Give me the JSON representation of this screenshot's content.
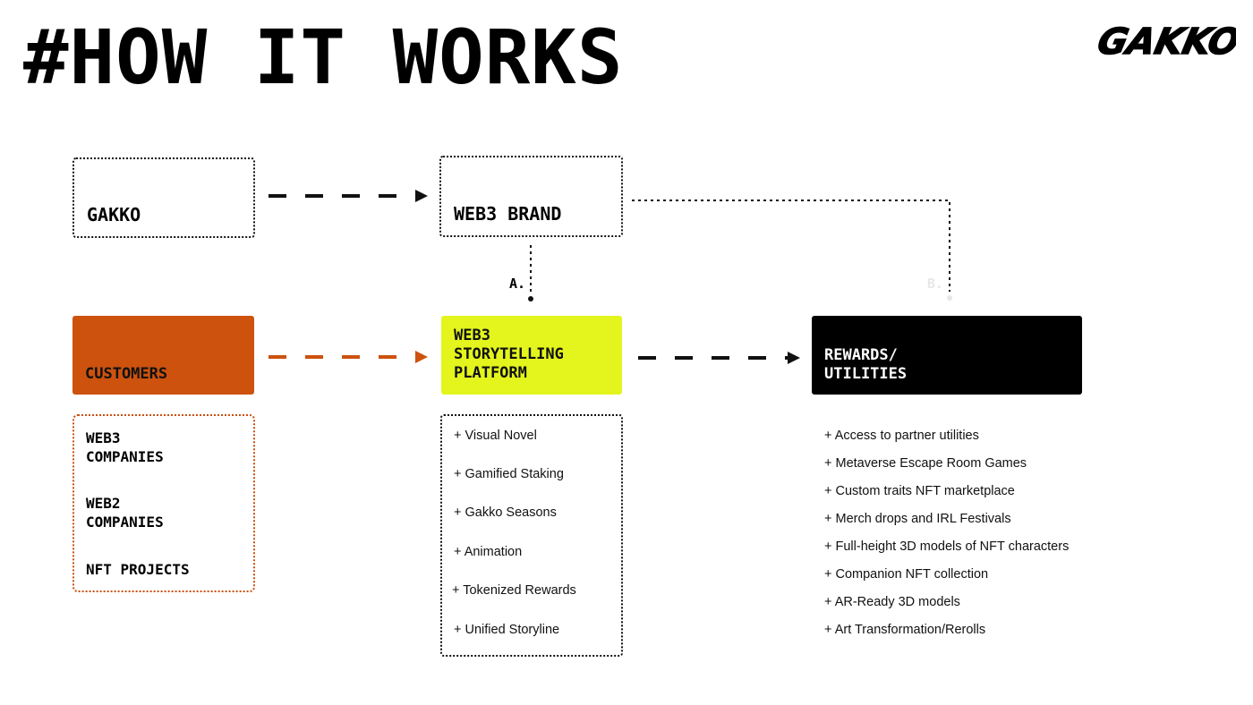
{
  "title": "#HOW IT WORKS",
  "logo": {
    "icon": "gakko-logo",
    "text": "GAKKO"
  },
  "nodes": {
    "gakko": "GAKKO",
    "web3_brand": "WEB3 BRAND",
    "customers": "CUSTOMERS",
    "platform": "WEB3\nSTORYTELLING\nPLATFORM",
    "rewards": "REWARDS/\nUTILITIES"
  },
  "step_labels": {
    "a": "A.",
    "b": "B."
  },
  "customers_list": [
    "WEB3\nCOMPANIES",
    "WEB2\nCOMPANIES",
    "NFT PROJECTS"
  ],
  "platform_features": [
    "+ Visual Novel",
    "+ Gamified Staking",
    "+ Gakko Seasons",
    "+ Animation",
    "+ Tokenized Rewards",
    "+ Unified Storyline"
  ],
  "rewards_list": [
    "+ Access to partner utilities",
    "+ Metaverse Escape Room Games",
    "+ Custom traits NFT marketplace",
    "+ Merch drops and IRL Festivals",
    "+ Full-height 3D models of NFT characters",
    "+ Companion NFT collection",
    "+ AR-Ready 3D models",
    "+ Art Transformation/Rerolls"
  ],
  "colors": {
    "orange": "#cc520e",
    "lime": "#e3f51c",
    "black": "#000000",
    "faint": "#e8e8e8"
  }
}
